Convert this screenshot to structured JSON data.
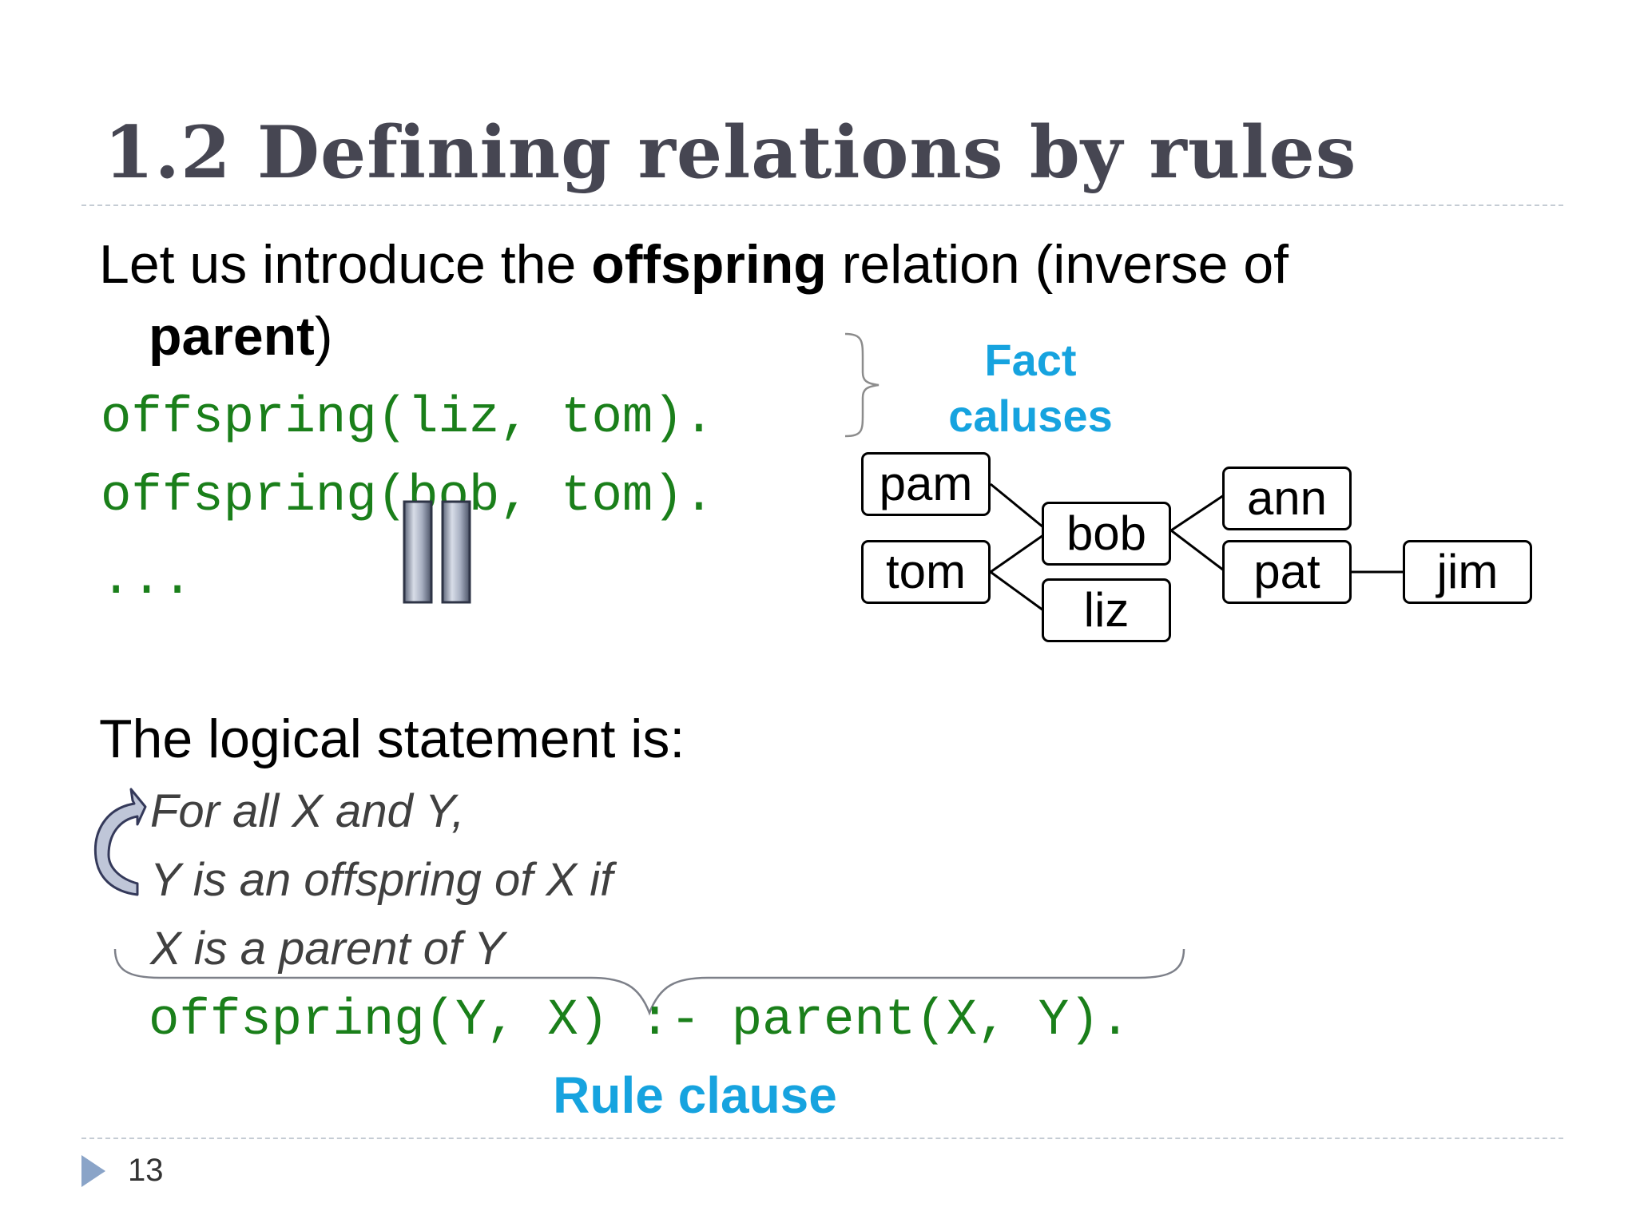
{
  "slide": {
    "title": "1.2 Defining relations by rules",
    "intro_line1_pre": "Let us introduce the ",
    "intro_line1_bold": "offspring",
    "intro_line1_post": " relation (inverse of",
    "intro_line2_bold": "parent",
    "intro_line2_post": ")",
    "fact_code": [
      "offspring(liz, tom).",
      "offspring(bob, tom).",
      "..."
    ],
    "fact_label_line1": "Fact",
    "fact_label_line2": "caluses",
    "logical_heading": "The logical statement is:",
    "logic_lines": [
      "For all X and Y,",
      "Y is an offspring of X if",
      "X is a parent of Y"
    ],
    "rule_code": "offspring(Y, X) :- parent(X, Y).",
    "rule_label": "Rule clause",
    "page_number": "13"
  },
  "family_tree": {
    "nodes": [
      "pam",
      "tom",
      "bob",
      "liz",
      "ann",
      "pat",
      "jim"
    ],
    "edges": [
      [
        "pam",
        "bob"
      ],
      [
        "tom",
        "bob"
      ],
      [
        "tom",
        "liz"
      ],
      [
        "bob",
        "ann"
      ],
      [
        "bob",
        "pat"
      ],
      [
        "pat",
        "jim"
      ]
    ]
  },
  "colors": {
    "title": "#464652",
    "code": "#1a7f1a",
    "label": "#16a3df",
    "logic_text": "#404040",
    "divider": "#c5ccd4",
    "bullet": "#8aa4c8"
  },
  "icons": {
    "pause": "pause-icon",
    "cycle_arrow": "curved-arrow-icon",
    "bullet": "triangle-bullet-icon"
  }
}
